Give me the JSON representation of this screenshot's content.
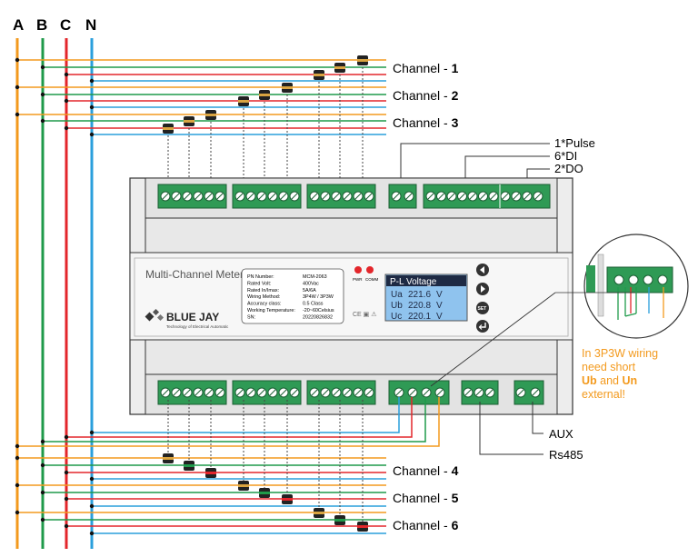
{
  "phases": {
    "a": "A",
    "b": "B",
    "c": "C",
    "n": "N"
  },
  "channels": {
    "ch1": {
      "label": "Channel - ",
      "num": "1"
    },
    "ch2": {
      "label": "Channel - ",
      "num": "2"
    },
    "ch3": {
      "label": "Channel - ",
      "num": "3"
    },
    "ch4": {
      "label": "Channel - ",
      "num": "4"
    },
    "ch5": {
      "label": "Channel - ",
      "num": "5"
    },
    "ch6": {
      "label": "Channel - ",
      "num": "6"
    }
  },
  "io": {
    "pulse": "1*Pulse",
    "di": "6*DI",
    "do": "2*DO",
    "aux": "AUX",
    "rs485": "Rs485"
  },
  "meter": {
    "title": "Multi-Channel  Meter",
    "brand": "BLUE JAY",
    "brand_tag": "Technology of Electrical Automatic",
    "led_pwr": "PWR",
    "led_comm": "COMM",
    "marks": "CE ▣ ⚠",
    "specs": [
      {
        "k": "PN  Number:",
        "v": "MCM-2063"
      },
      {
        "k": "Rated Volt:",
        "v": "400Vac"
      },
      {
        "k": "Rated In/Imax:",
        "v": "5A/6A"
      },
      {
        "k": "Wiring Method:",
        "v": "3P4W / 3P3W"
      },
      {
        "k": "Accuracy class:",
        "v": "0.5 Class"
      },
      {
        "k": "Working Temperature:",
        "v": "-20~60Celsius"
      },
      {
        "k": "SN:",
        "v": "20220826832"
      }
    ],
    "lcd": {
      "header": "P-L Voltage",
      "rows": [
        {
          "ph": "Ua",
          "val": "221.6",
          "unit": "V"
        },
        {
          "ph": "Ub",
          "val": "220.8",
          "unit": "V"
        },
        {
          "ph": "Uc",
          "val": "220.1",
          "unit": "V"
        }
      ]
    },
    "buttons": {
      "set": "SET"
    }
  },
  "note": {
    "l1": "In 3P3W wiring",
    "l2": "need short",
    "ub": "Ub",
    "and": " and ",
    "un": "Un",
    "l4": "external!"
  },
  "colors": {
    "a": "#f39a1e",
    "b": "#1f9a4a",
    "c": "#e3262b",
    "n": "#2a9fdc",
    "terminal": "#2f9a55",
    "lcd": "#8fc3ee",
    "note": "#f39a1e"
  }
}
